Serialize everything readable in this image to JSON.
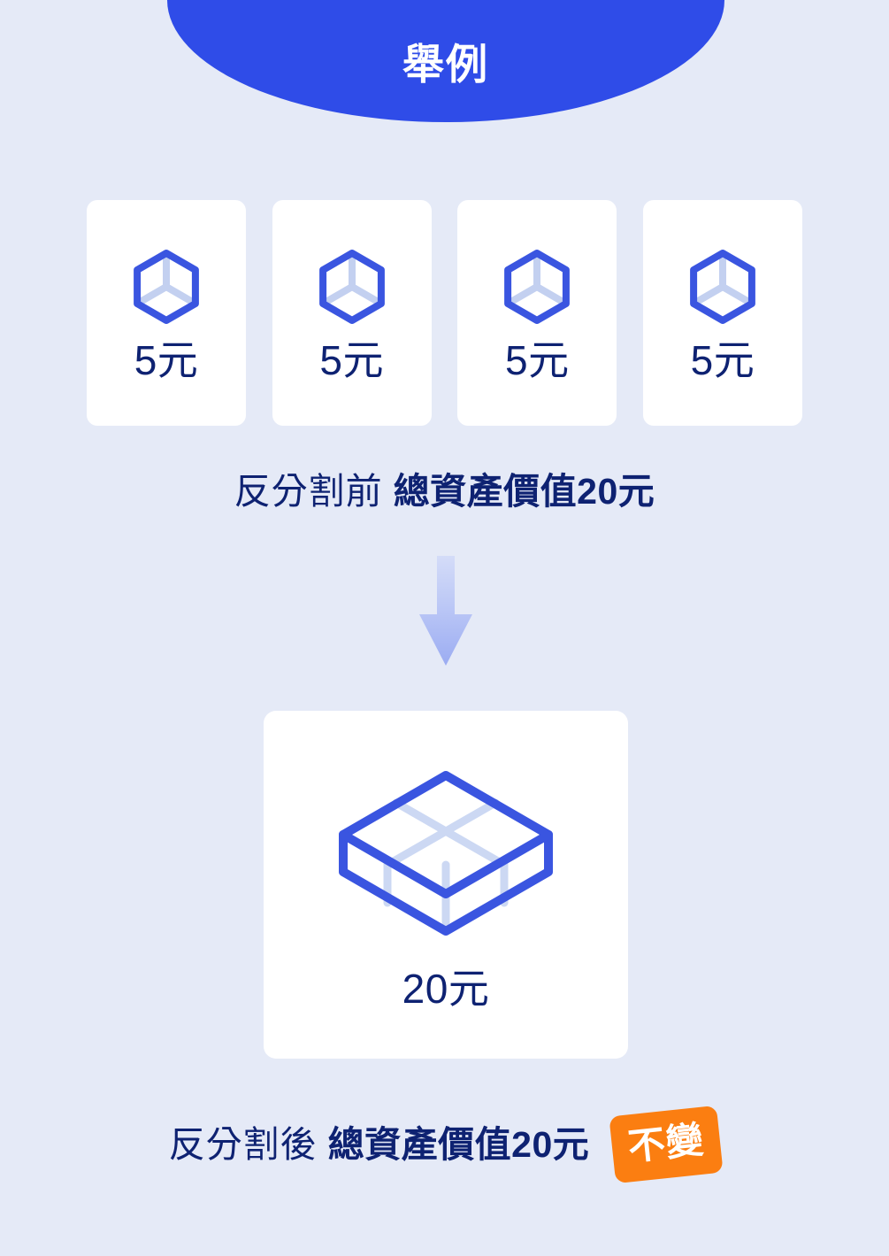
{
  "theme": {
    "background": "#E5EAF7",
    "header_blue": "#2F4CE8",
    "cube_outline": "#3A55E0",
    "cube_inner_line": "#C3D0F0",
    "text_navy": "#0E2272",
    "badge_orange": "#FB7E11",
    "card_white": "#FFFFFF",
    "arrow_top": "#D2DBF7",
    "arrow_bottom": "#9FB0F2"
  },
  "header": {
    "title": "舉例",
    "icon": "dome-shape"
  },
  "before": {
    "cards": [
      {
        "icon": "cube-icon",
        "value": "5元"
      },
      {
        "icon": "cube-icon",
        "value": "5元"
      },
      {
        "icon": "cube-icon",
        "value": "5元"
      },
      {
        "icon": "cube-icon",
        "value": "5元"
      }
    ],
    "caption_light": "反分割前",
    "caption_strong": "總資產價值20元"
  },
  "flow": {
    "icon": "arrow-down-icon"
  },
  "after": {
    "card": {
      "icon": "stacked-box-icon",
      "value": "20元"
    },
    "caption_light": "反分割後",
    "caption_strong": "總資產價值20元",
    "badge_label": "不變"
  },
  "chart_data": {
    "type": "diagram",
    "title": "舉例",
    "before": {
      "label": "反分割前 總資產價值20元",
      "unit_count": 4,
      "unit_value": 5,
      "unit_label": "5元",
      "total": 20,
      "total_label": "20元"
    },
    "after": {
      "label": "反分割後 總資產價值20元",
      "unit_count": 1,
      "unit_value": 20,
      "unit_label": "20元",
      "total": 20,
      "total_label": "20元",
      "annotation": "不變"
    }
  }
}
